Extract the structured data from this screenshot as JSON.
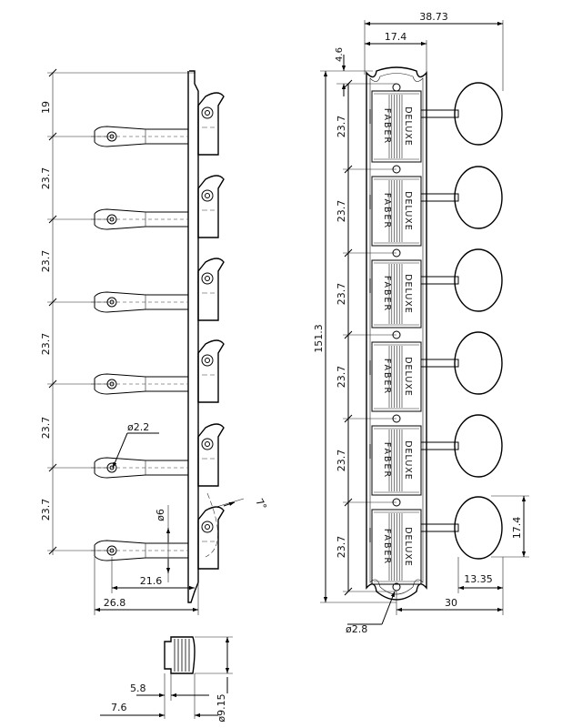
{
  "side_view": {
    "dim_top": "19",
    "dim_spacing": [
      "23.7",
      "23.7",
      "23.7",
      "23.7",
      "23.7"
    ],
    "dim_hole": "ø2.2",
    "dim_shaft": "ø6",
    "dim_angle": "7°",
    "dim_post_len": "21.6",
    "dim_total_len": "26.8"
  },
  "front_view": {
    "dim_width_total": "38.73",
    "dim_width_plate": "17.4",
    "dim_top_offset": "4.6",
    "dim_overall": "151.3",
    "dim_spacing": [
      "23.7",
      "23.7",
      "23.7",
      "23.7",
      "23.7",
      "23.7"
    ],
    "dim_button_h": "17.4",
    "dim_button_offset": "13.35",
    "dim_button_reach": "30",
    "dim_screw_hole": "ø2.8",
    "stamp_brand": "FABER",
    "stamp_model": "DELUXE"
  },
  "bushing_view": {
    "dim_length_a": "5.8",
    "dim_length_b": "7.6",
    "dim_diameter": "ø9.15"
  }
}
